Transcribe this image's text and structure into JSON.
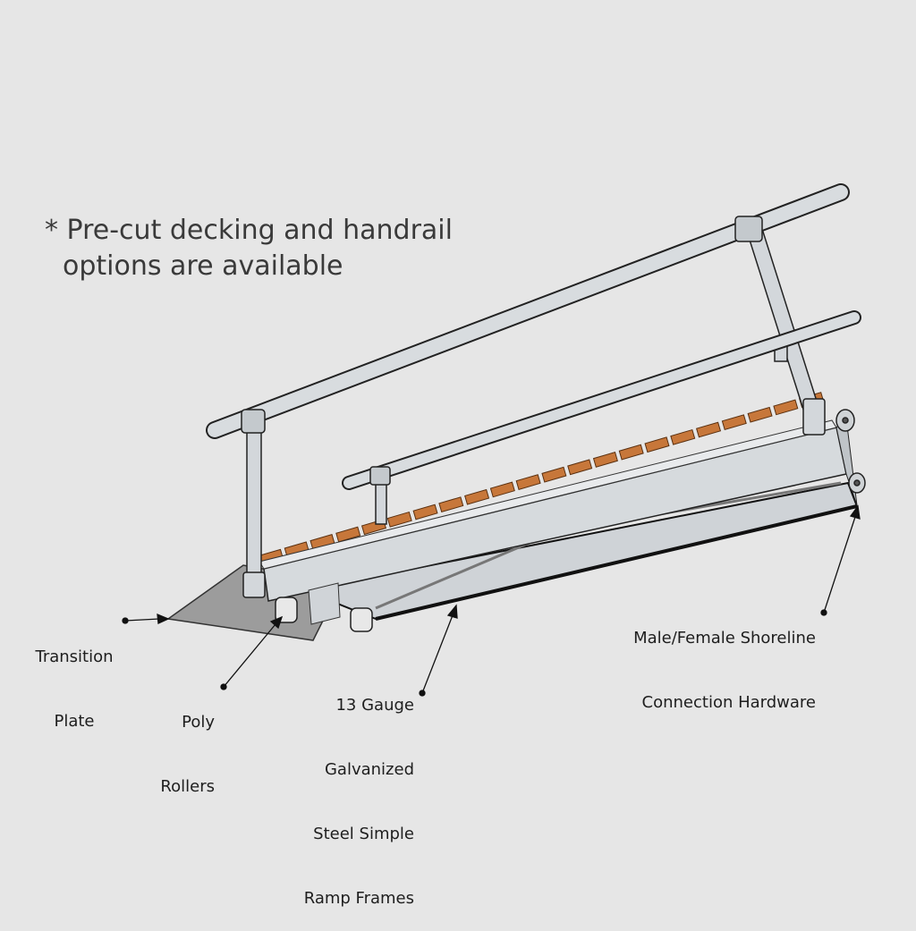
{
  "note": {
    "line1": "* Pre-cut decking and handrail",
    "line2": "options are available"
  },
  "labels": {
    "transition_plate": [
      "Transition",
      "Plate"
    ],
    "poly_rollers": [
      "Poly",
      "Rollers"
    ],
    "ramp_frames": [
      "13 Gauge",
      "Galvanized",
      "Steel Simple",
      "Ramp Frames"
    ],
    "shoreline": [
      "Male/Female Shoreline",
      "Connection Hardware"
    ]
  },
  "colors": {
    "background": "#e6e6e6",
    "steel": "#d4d8dc",
    "decking": "#c7773a",
    "plate": "#9a9a9a",
    "outline": "#1a1a1a"
  }
}
